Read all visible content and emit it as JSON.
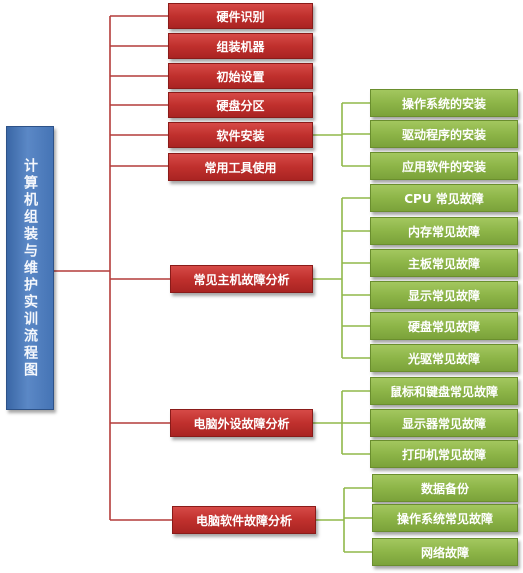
{
  "title": "计算机组装与维护实训流程图",
  "branches": [
    "硬件识别",
    "组装机器",
    "初始设置",
    "硬盘分区",
    "软件安装",
    "常用工具使用",
    "常见主机故障分析",
    "电脑外设故障分析",
    "电脑软件故障分析"
  ],
  "software_install": [
    "操作系统的安装",
    "驱动程序的安装",
    "应用软件的安装"
  ],
  "host_faults": [
    "CPU 常见故障",
    "内存常见故障",
    "主板常见故障",
    "显示常见故障",
    "硬盘常见故障",
    "光驱常见故障"
  ],
  "peripheral_faults": [
    "鼠标和键盘常见故障",
    "显示器常见故障",
    "打印机常见故障"
  ],
  "software_faults": [
    "数据备份",
    "操作系统常见故障",
    "网络故障"
  ],
  "colors": {
    "root": "#4a78b8",
    "branch": "#c0302d",
    "leaf": "#8db548",
    "connector_red": "#b43c3a",
    "connector_green": "#90b84a"
  }
}
